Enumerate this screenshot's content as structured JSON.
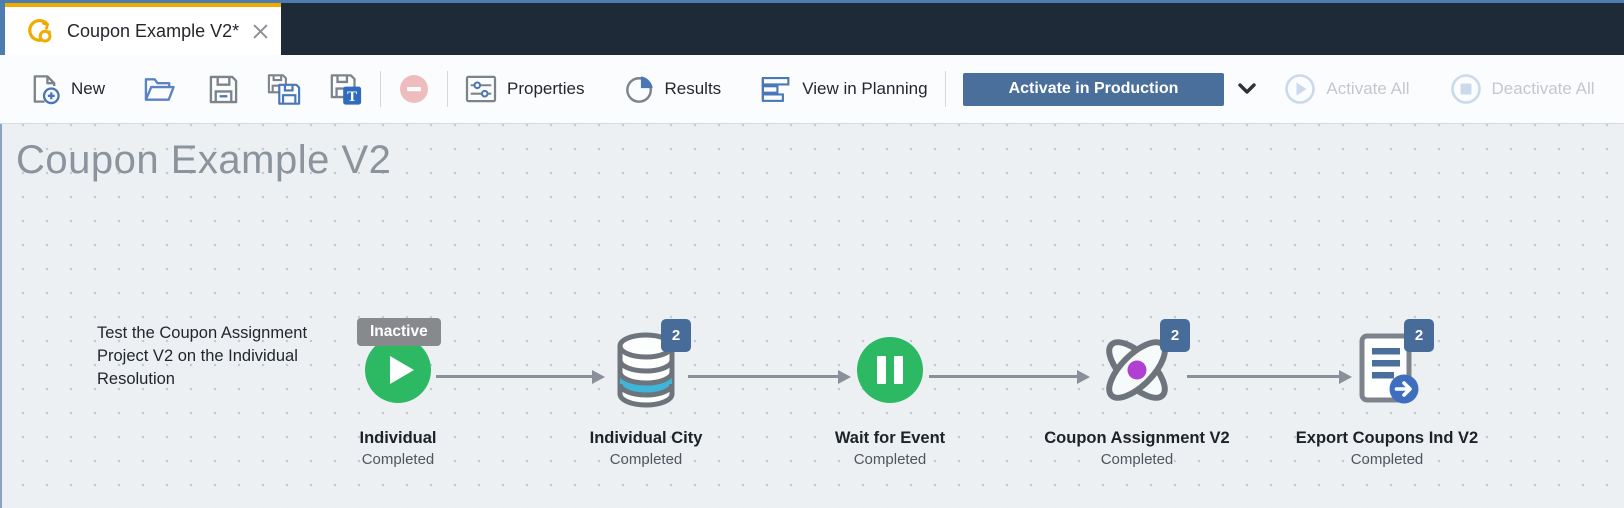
{
  "tab": {
    "title": "Coupon Example V2*",
    "app_icon": "ci360-logo-icon",
    "close_icon": "close-icon"
  },
  "toolbar": {
    "new": "New",
    "open_icon": "open-folder-icon",
    "save_icon": "save-icon",
    "save_as_icon": "save-as-icon",
    "save_template_icon": "save-template-icon",
    "remove_icon": "remove-minus-icon",
    "properties": "Properties",
    "results": "Results",
    "view_in_planning": "View in Planning",
    "activate_in_production": "Activate in Production",
    "activate_all": "Activate All",
    "deactivate_all": "Deactivate All"
  },
  "canvas": {
    "title": "Coupon Example V2",
    "note": "Test the Coupon Assignment Project V2 on the Individual Resolution"
  },
  "workflow": {
    "nodes": [
      {
        "label": "Individual",
        "status": "Completed",
        "badge": "Inactive",
        "icon": "play-circle-icon"
      },
      {
        "label": "Individual City",
        "status": "Completed",
        "badge": "2",
        "icon": "database-icon"
      },
      {
        "label": "Wait for Event",
        "status": "Completed",
        "badge": "",
        "icon": "pause-circle-icon"
      },
      {
        "label": "Coupon Assignment V2",
        "status": "Completed",
        "badge": "2",
        "icon": "atom-icon"
      },
      {
        "label": "Export Coupons Ind V2",
        "status": "Completed",
        "badge": "2",
        "icon": "export-document-icon"
      }
    ]
  },
  "colors": {
    "accent_blue": "#4a6f9b",
    "brand_orange": "#f0ab00",
    "navy": "#1e2a37",
    "green": "#2db863",
    "badge_blue": "#476c99",
    "inactive_gray": "#87898c",
    "cyan_band": "#3db6d8",
    "magenta_dot": "#b13fd1",
    "arrow_gray": "#8a9099"
  }
}
